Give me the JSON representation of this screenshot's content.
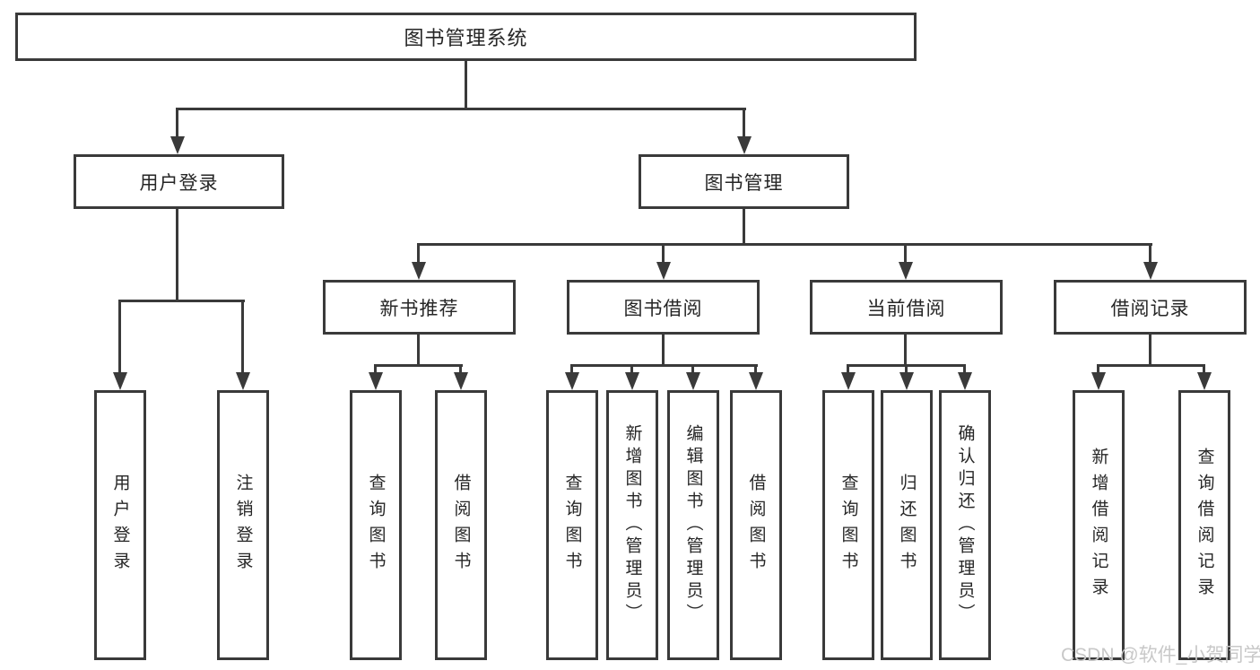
{
  "diagram_type": "tree",
  "tree": {
    "label": "图书管理系统",
    "children": [
      {
        "label": "用户登录",
        "children": [
          {
            "label": "用户登录"
          },
          {
            "label": "注销登录"
          }
        ]
      },
      {
        "label": "图书管理",
        "children": [
          {
            "label": "新书推荐",
            "children": [
              {
                "label": "查询图书"
              },
              {
                "label": "借阅图书"
              }
            ]
          },
          {
            "label": "图书借阅",
            "children": [
              {
                "label": "查询图书"
              },
              {
                "label": "新增图书（管理员）"
              },
              {
                "label": "编辑图书（管理员）"
              },
              {
                "label": "借阅图书"
              }
            ]
          },
          {
            "label": "当前借阅",
            "children": [
              {
                "label": "查询图书"
              },
              {
                "label": "归还图书"
              },
              {
                "label": "确认归还（管理员）"
              }
            ]
          },
          {
            "label": "借阅记录",
            "children": [
              {
                "label": "新增借阅记录"
              },
              {
                "label": "查询借阅记录"
              }
            ]
          }
        ]
      }
    ]
  },
  "watermark": "CSDN @软件_小贺同学",
  "colors": {
    "line": "#3a3a3a",
    "text": "#262626",
    "background": "#ffffff",
    "watermark": "#c8c8c8"
  }
}
